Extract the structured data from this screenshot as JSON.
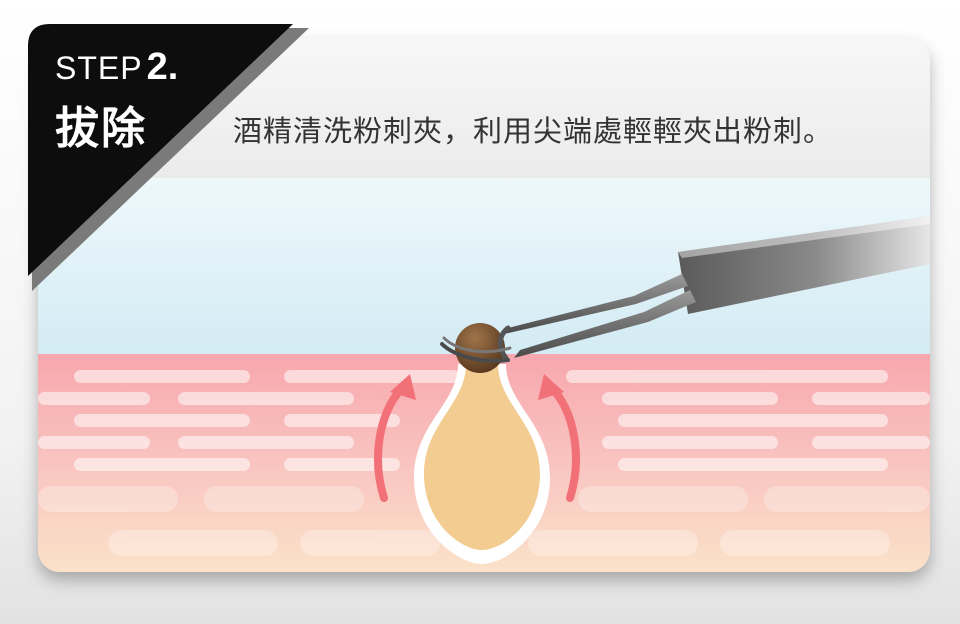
{
  "badge": {
    "step_word": "STEP",
    "step_number": "2.",
    "title": "拔除",
    "color": "#0d0d0d"
  },
  "instruction": "酒精清洗粉刺夾，利用尖端處輕輕夾出粉刺。",
  "colors": {
    "sky": "#d8eef6",
    "skin_top": "#f7a8ae",
    "skin_bottom": "#fbe1c8",
    "arrow": "#f27078",
    "pimple": "#f3cc92",
    "blackhead": "#6a4528"
  },
  "icons": {
    "tool": "tweezers-icon",
    "arrows": "arrow-up-curved-icon"
  }
}
